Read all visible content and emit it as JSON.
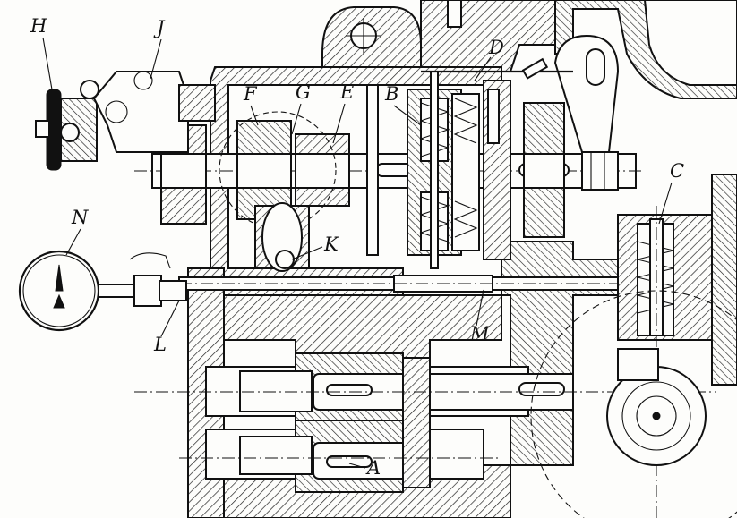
{
  "figure": {
    "labels": {
      "A": "A",
      "B": "B",
      "C": "C",
      "D": "D",
      "E": "E",
      "F": "F",
      "G": "G",
      "H": "H",
      "J": "J",
      "K": "K",
      "L": "L",
      "M": "M",
      "N": "N"
    }
  }
}
